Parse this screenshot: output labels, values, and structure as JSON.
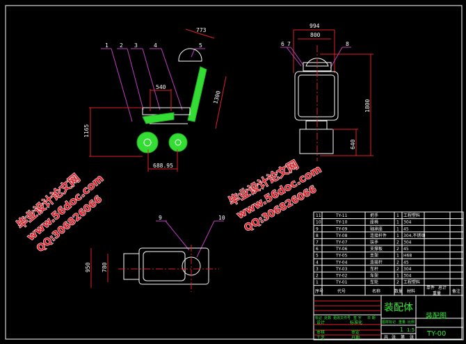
{
  "drawing": {
    "side_view": {
      "balloons": [
        "1",
        "2",
        "3",
        "4",
        "5"
      ],
      "dims": {
        "top_width": "540",
        "height": "1165",
        "bucket": "773",
        "arm": "1300",
        "wheelbase": "688.95"
      }
    },
    "front_view": {
      "balloons": [
        "6",
        "7",
        "8"
      ],
      "dims": {
        "outer_width": "994",
        "inner_width": "800",
        "height": "1800",
        "lower": "640"
      }
    },
    "top_view": {
      "balloons": [
        "9",
        "10"
      ],
      "dims": {
        "outer": "950",
        "inner": "780"
      }
    }
  },
  "parts_list": {
    "rows": [
      {
        "no": "11",
        "code": "TY-11",
        "name": "把手",
        "qty": "1",
        "material": "工程塑料"
      },
      {
        "no": "10",
        "code": "TY-10",
        "name": "座椅",
        "qty": "1",
        "material": "304"
      },
      {
        "no": "9",
        "code": "TY-09",
        "name": "轴承座",
        "qty": "1",
        "material": "45"
      },
      {
        "no": "8",
        "code": "TY-08",
        "name": "连接杆件",
        "qty": "1",
        "material": "304,不锈钢"
      },
      {
        "no": "7",
        "code": "TY-07",
        "name": "扶手",
        "qty": "2",
        "material": "304"
      },
      {
        "no": "6",
        "code": "TY-06",
        "name": "支撑板",
        "qty": "2",
        "material": "45"
      },
      {
        "no": "5",
        "code": "TY-05",
        "name": "支架",
        "qty": "1",
        "material": "H68"
      },
      {
        "no": "4",
        "code": "TY-04",
        "name": "连接杆",
        "qty": "2",
        "material": "45"
      },
      {
        "no": "3",
        "code": "TY-03",
        "name": "车杆",
        "qty": "2",
        "material": "304"
      },
      {
        "no": "2",
        "code": "TY-02",
        "name": "车架",
        "qty": "1",
        "material": "304"
      },
      {
        "no": "1",
        "code": "TY-01",
        "name": "车轮",
        "qty": "2",
        "material": "工程塑料"
      }
    ],
    "header": {
      "no": "序号",
      "code": "代号",
      "name": "名称",
      "qty": "数量",
      "material": "材料",
      "single": "单件",
      "total": "总计",
      "weight": "重量",
      "remark": "备注"
    }
  },
  "title_block": {
    "assembly_name": "装配体",
    "drawing_type": "装配图",
    "drawing_no": "TY-00",
    "rev_header": [
      "标记",
      "处数",
      "更改文件号",
      "签 字",
      "日 期"
    ],
    "left_labels": [
      "设计",
      "审核",
      "工艺"
    ],
    "mid_labels": [
      "标准化",
      "审定",
      "日期"
    ],
    "mark_label": "图样标记",
    "weight_label": "重量",
    "scale_label": "比例",
    "weight_value": "1",
    "scale_value": "1:5",
    "sheet_text": [
      "共",
      "张",
      "第",
      "张"
    ]
  },
  "watermark": {
    "site_cn": "毕业设计论文网",
    "site_url": "www.56doc.com",
    "qq": "QQ:306826066"
  },
  "colors": {
    "background": "#000000",
    "lines": "#ffffff",
    "dimensions": "#e0202a",
    "leaders": "#c040c0",
    "highlight": "#33dd33"
  }
}
